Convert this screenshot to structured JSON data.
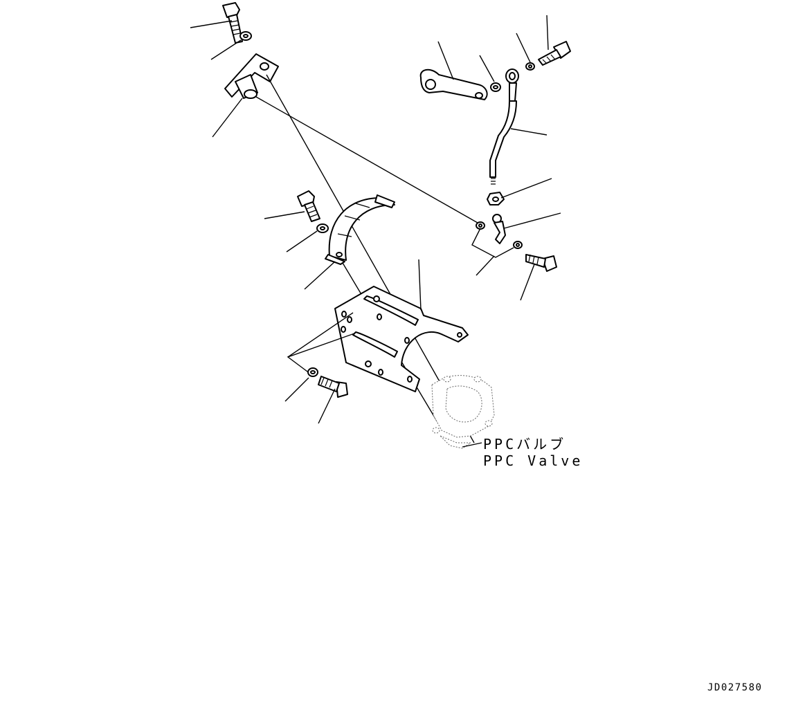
{
  "diagram": {
    "callout_label_jp": "PPCバルブ",
    "callout_label_en": "PPC Valve",
    "drawing_id": "JD027580"
  },
  "colors": {
    "line": "#000000",
    "background": "#ffffff"
  }
}
